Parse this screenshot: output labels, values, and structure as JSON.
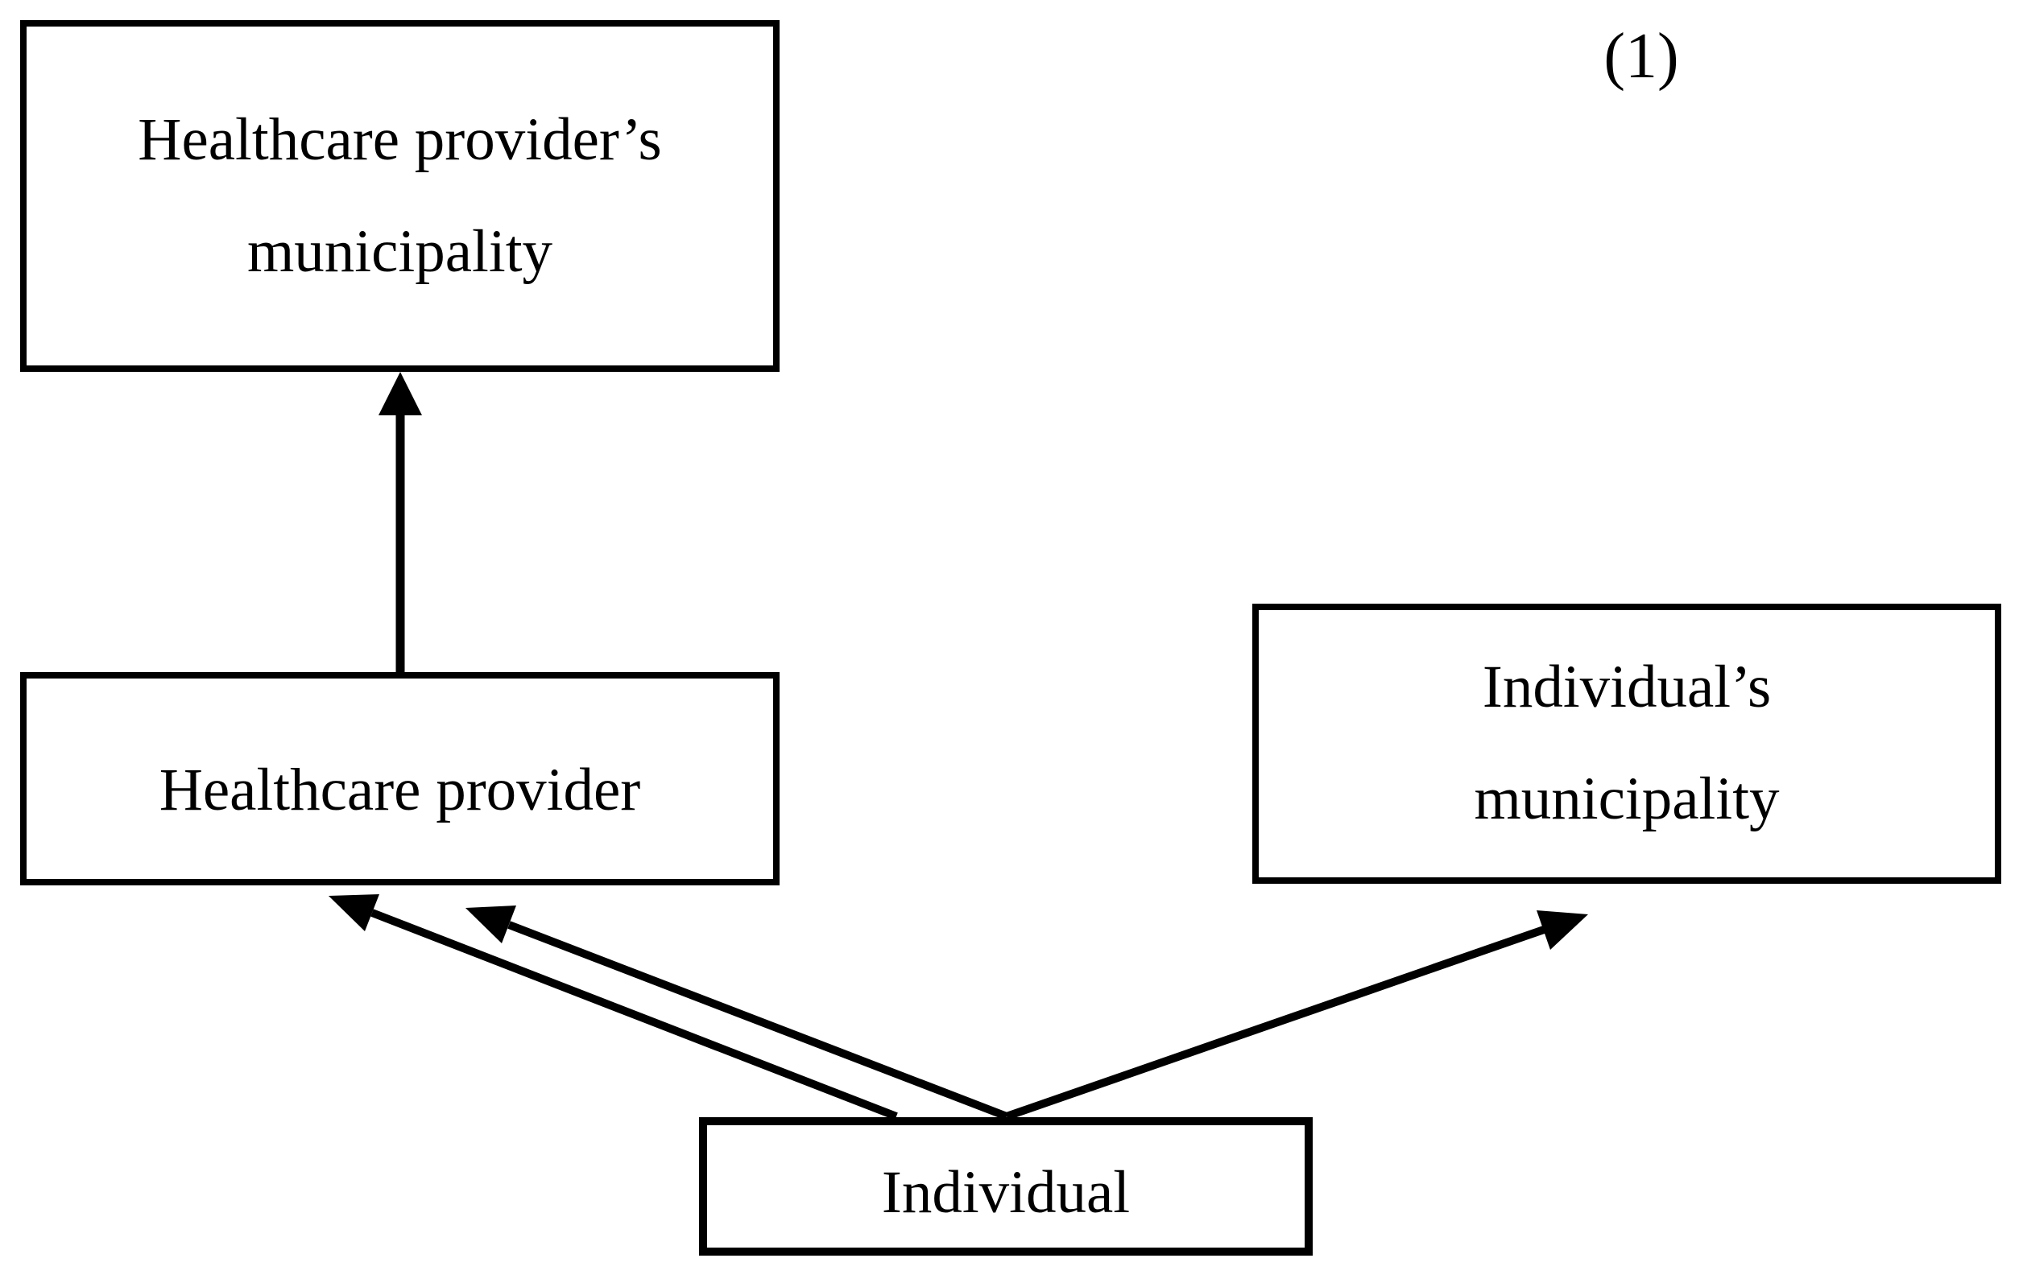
{
  "figure_label": "(1)",
  "colors": {
    "stroke": "#000000",
    "background": "#ffffff"
  },
  "nodes": {
    "provider_municipality": {
      "lines": [
        "Healthcare provider’s",
        "municipality"
      ]
    },
    "provider": {
      "lines": [
        "Healthcare provider"
      ]
    },
    "individual_municipality": {
      "lines": [
        "Individual’s",
        "municipality"
      ]
    },
    "individual": {
      "lines": [
        "Individual"
      ]
    }
  },
  "edges": [
    {
      "from": "Healthcare provider",
      "to": "Healthcare provider's municipality",
      "style": "single line, arrowhead at municipality"
    },
    {
      "from": "Individual",
      "to": "Healthcare provider",
      "style": "two parallel lines, arrowheads at healthcare provider"
    },
    {
      "from": "Individual",
      "to": "Individual's municipality",
      "style": "single line, arrowhead at municipality"
    }
  ]
}
